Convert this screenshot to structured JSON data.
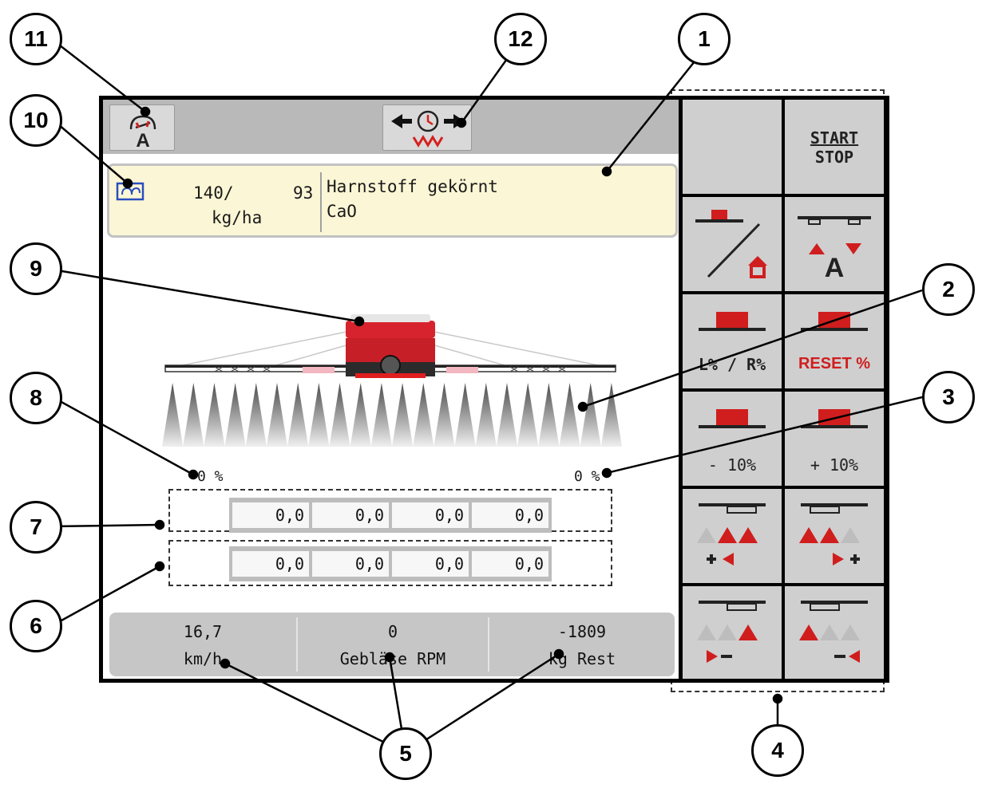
{
  "product": {
    "rate_current": "140/",
    "rate_target": "93",
    "rate_unit": "kg/ha",
    "name": "Harnstoff gekörnt",
    "subtitle": "CaO"
  },
  "distribution": {
    "left_percent": "0 %",
    "right_percent": "0 %",
    "row1": [
      "0,0",
      "0,0",
      "0,0",
      "0,0"
    ],
    "row2": [
      "0,0",
      "0,0",
      "0,0",
      "0,0"
    ]
  },
  "status_bar": [
    {
      "value": "16,7",
      "unit": "km/h"
    },
    {
      "value": "0",
      "unit": "Gebläse RPM"
    },
    {
      "value": "-1809",
      "unit": "kg Rest"
    }
  ],
  "sidebar": {
    "start_label": "START",
    "stop_label": "STOP",
    "lr_percent_label": "L% / R%",
    "reset_percent_label": "RESET %",
    "minus_10_label": "- 10%",
    "plus_10_label": "+ 10%"
  },
  "callouts": [
    "1",
    "2",
    "3",
    "4",
    "5",
    "6",
    "7",
    "8",
    "9",
    "10",
    "11",
    "12"
  ],
  "colors": {
    "accent_red": "#e01e1e",
    "panel_gray": "#cfcfcf",
    "product_bg": "#fbf6d5",
    "icon_blue": "#2a4dbf"
  },
  "icons": {
    "auto_mode": "auto-mode-icon",
    "time_mode": "time-arrows-icon",
    "tank": "tank-icon"
  }
}
